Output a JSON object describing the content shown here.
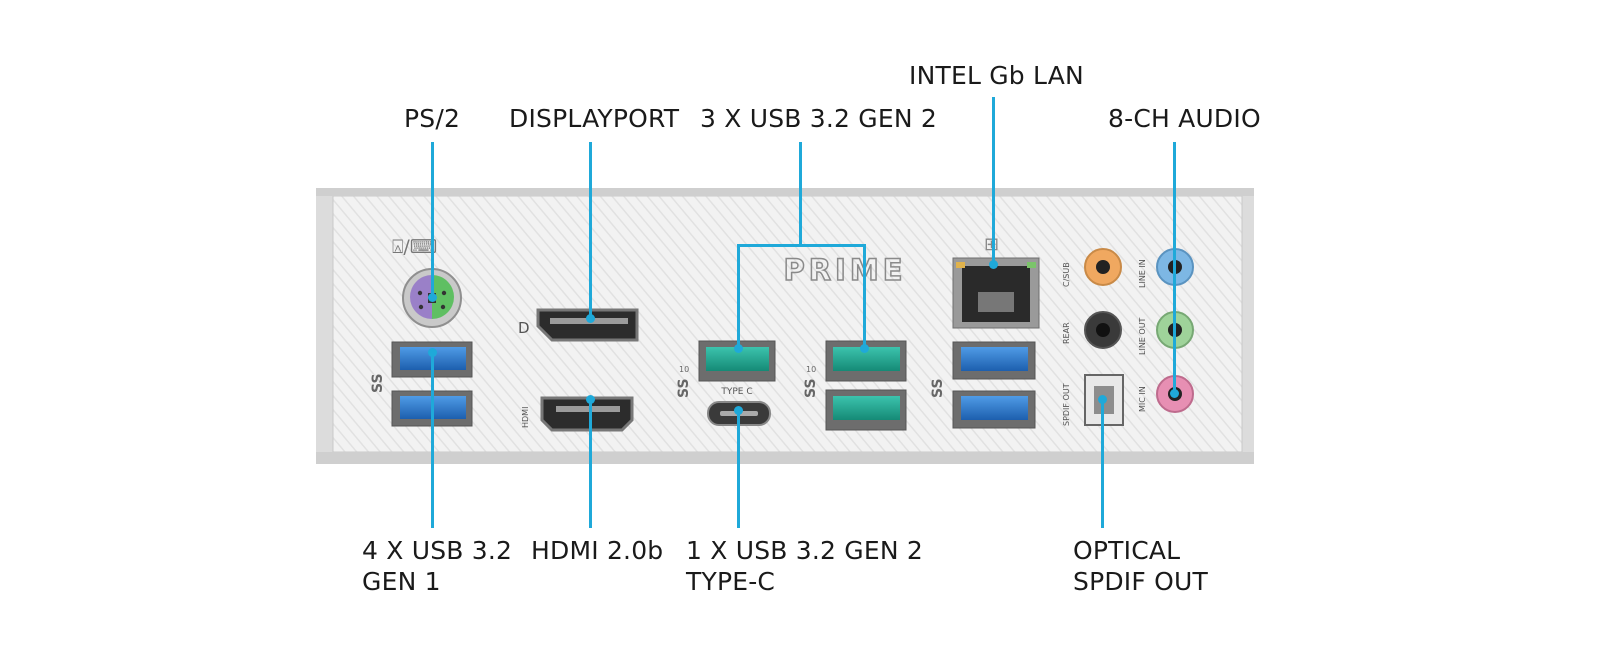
{
  "panel": {
    "brand": "PRIME",
    "port_marks": {
      "dp": "D",
      "hdmi": "HDMI",
      "type_c": "TYPE C",
      "usb_logo": "SS",
      "usb10": "10",
      "c_sub": "C/SUB",
      "rear": "REAR",
      "spdif": "SPDIF OUT",
      "line_in": "LINE IN",
      "line_out": "LINE OUT",
      "mic_in": "MIC IN"
    }
  },
  "callouts": {
    "ps2": [
      "PS/2"
    ],
    "displayport": [
      "DISPLAYPORT"
    ],
    "usb_gen2": [
      "3 X USB 3.2 GEN 2"
    ],
    "lan": [
      "INTEL Gb LAN"
    ],
    "audio": [
      "8-CH AUDIO"
    ],
    "usb_gen1": [
      "4 X USB 3.2",
      "GEN 1"
    ],
    "hdmi": [
      "HDMI 2.0b"
    ],
    "typec": [
      "1 X USB 3.2 GEN 2",
      "TYPE-C"
    ],
    "optical": [
      "OPTICAL",
      "SPDIF OUT"
    ]
  },
  "colors": {
    "leader": "#1fa9d9",
    "usb_gen1_blue": "#2f7fd1",
    "usb_gen2_teal": "#23a58f",
    "audio_orange": "#f0a860",
    "audio_blue": "#7db7e4",
    "audio_green": "#9fd39a",
    "audio_pink": "#e78fb3",
    "ps2_purple": "#9a80c8",
    "ps2_green": "#5fbf62"
  }
}
